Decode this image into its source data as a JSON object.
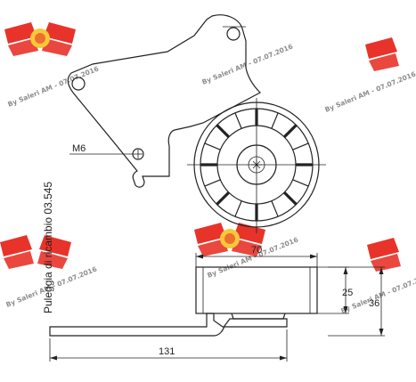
{
  "part_label": "Puleggia di ricambio 03.545",
  "dimensions": {
    "thread": "M6",
    "width": "70",
    "belt_width": "25",
    "height": "36",
    "length": "131"
  },
  "watermark": {
    "text": "By Saleri AM - 07.07.2016",
    "logo": "winged-wheel-logo",
    "colors": {
      "red": "#e8332a",
      "yellow": "#f6c83a",
      "text": "#8c8c8c"
    }
  }
}
